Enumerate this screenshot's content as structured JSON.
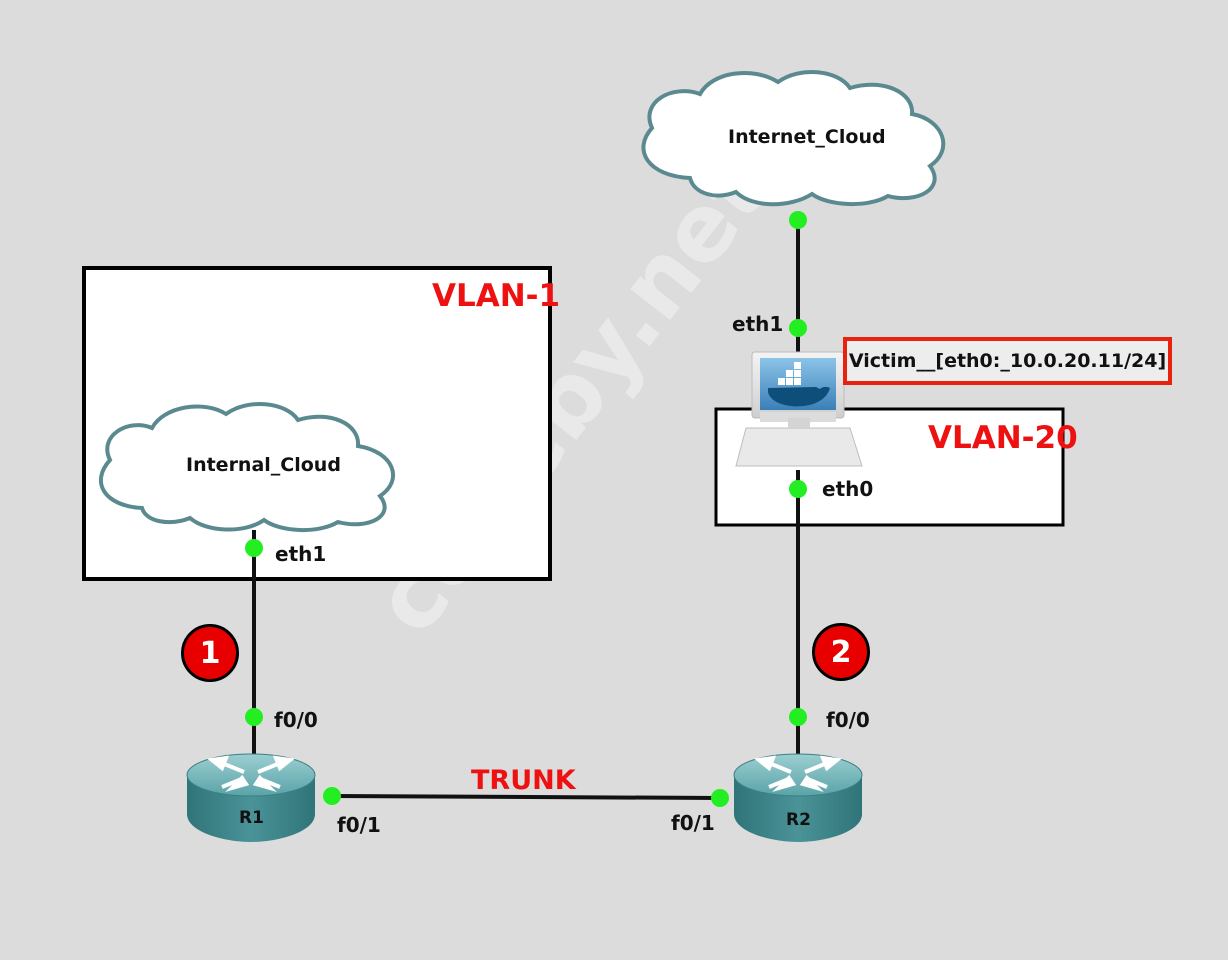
{
  "clouds": {
    "internet": {
      "label": "Internet_Cloud"
    },
    "internal": {
      "label": "Internal_Cloud"
    }
  },
  "vlans": {
    "vlan1": {
      "title": "VLAN-1"
    },
    "vlan20": {
      "title": "VLAN-20"
    }
  },
  "victim": {
    "label": "Victim__[eth0:_10.0.20.11/24]"
  },
  "routers": {
    "r1": {
      "label": "R1"
    },
    "r2": {
      "label": "R2"
    }
  },
  "links": {
    "trunk_label": "TRUNK"
  },
  "ports": {
    "internet_victim_eth1": "eth1",
    "victim_eth0": "eth0",
    "internal_cloud_eth1": "eth1",
    "r1_f0_0": "f0/0",
    "r1_f0_1": "f0/1",
    "r2_f0_0": "f0/0",
    "r2_f0_1": "f0/1"
  },
  "badges": {
    "one": "1",
    "two": "2"
  },
  "watermark": "codeby.net",
  "colors": {
    "background": "#dcdcdc",
    "port_dot": "#22ee22",
    "vlan_title": "#ee1111",
    "router_body": "#3f8a8e",
    "cloud_stroke": "#5a8a90"
  }
}
